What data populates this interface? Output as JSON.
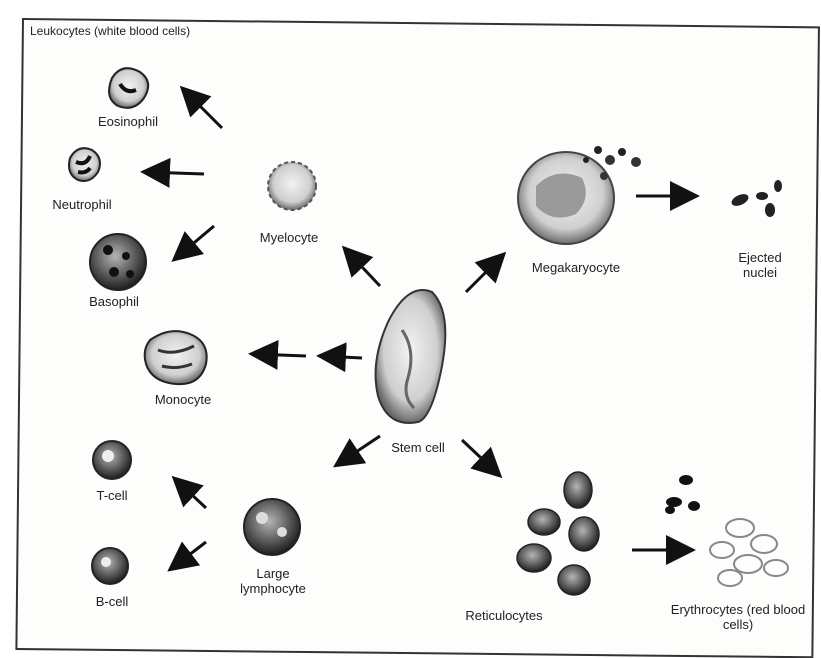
{
  "header": "Leukocytes (white blood cells)",
  "labels": {
    "eosinophil": "Eosinophil",
    "neutrophil": "Neutrophil",
    "basophil": "Basophil",
    "myelocyte": "Myelocyte",
    "monocyte": "Monocyte",
    "megakaryocyte": "Megakaryocyte",
    "ejected_nuclei": "Ejected nuclei",
    "stem_cell": "Stem cell",
    "t_cell": "T-cell",
    "b_cell": "B-cell",
    "large_lymphocyte": "Large lymphocyte",
    "reticulocytes": "Reticulocytes",
    "erythrocytes": "Erythrocytes (red blood cells)"
  }
}
